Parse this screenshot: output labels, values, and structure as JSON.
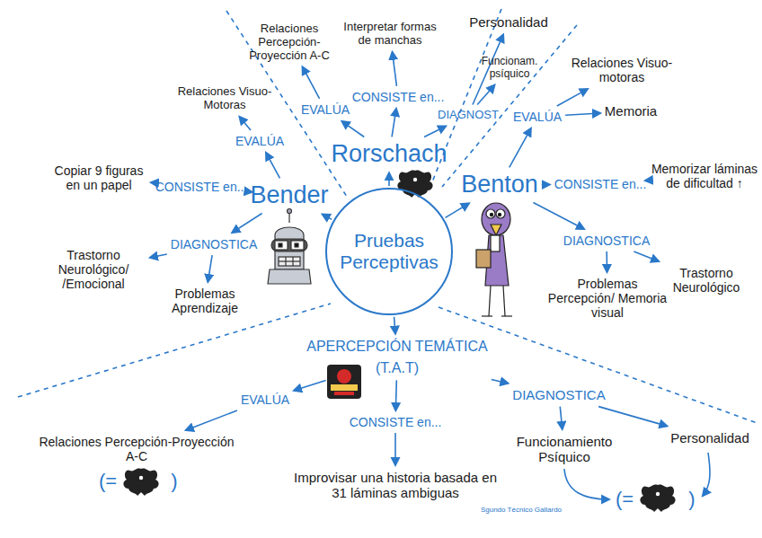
{
  "diagram": {
    "nodes": [
      {
        "text": [
          "Pruebas Perceptivas"
        ]
      },
      {
        "text": [
          "Rorschach"
        ]
      },
      {
        "text": [
          "EVALÚA"
        ]
      },
      {
        "text": [
          "Relaciones Percepción-Proyección A-C"
        ]
      },
      {
        "text": [
          "CONSISTE en..."
        ]
      },
      {
        "text": [
          "Interpretar formas de manchas"
        ]
      },
      {
        "text": [
          "DIAGNOST"
        ]
      },
      {
        "text": [
          "Personalidad"
        ]
      },
      {
        "text": [
          "Funcionam. psíquico"
        ]
      },
      {
        "text": [
          "Bender"
        ]
      },
      {
        "text": [
          "EVALÚA"
        ]
      },
      {
        "text": [
          "Relaciones Visuo-Motoras"
        ]
      },
      {
        "text": [
          "CONSISTE en..."
        ]
      },
      {
        "text": [
          "Copiar 9 figuras en un papel"
        ]
      },
      {
        "text": [
          "DIAGNOSTICA"
        ]
      },
      {
        "text": [
          "Trastorno Neurológico/ /Emocional"
        ]
      },
      {
        "text": [
          "Problemas Aprendizaje"
        ]
      },
      {
        "text": [
          "Benton"
        ]
      },
      {
        "text": [
          "EVALÚA"
        ]
      },
      {
        "text": [
          "Relaciones Visuo-motoras"
        ]
      },
      {
        "text": [
          "Memoria"
        ]
      },
      {
        "text": [
          "CONSISTE en..."
        ]
      },
      {
        "text": [
          "Memorizar láminas de dificultad ↑"
        ]
      },
      {
        "text": [
          "DIAGNOSTICA"
        ]
      },
      {
        "text": [
          "Problemas Percepción/ Memoria visual"
        ]
      },
      {
        "text": [
          "Trastorno Neurológico"
        ]
      },
      {
        "text": [
          "APERCEPCIÓN TEMÁTICA",
          "(T.A.T)"
        ]
      },
      {
        "text": [
          "EVALÚA"
        ]
      },
      {
        "text": [
          "Relaciones Percepción-Proyección A-C"
        ]
      },
      {
        "text": [
          "CONSISTE en..."
        ]
      },
      {
        "text": [
          "Improvisar una historia basada en 31 láminas ambiguas"
        ]
      },
      {
        "text": [
          "DIAGNOSTICA"
        ]
      },
      {
        "text": [
          "Funcionamiento Psíquico"
        ]
      },
      {
        "text": [
          "Personalidad"
        ]
      }
    ],
    "edges": [
      {
        "from": 0,
        "to": 1,
        "arrow": "to"
      },
      {
        "from": 0,
        "to": 9,
        "arrow": "to"
      },
      {
        "from": 0,
        "to": 17,
        "arrow": "to"
      },
      {
        "from": 0,
        "to": 26,
        "arrow": "to"
      },
      {
        "from": 1,
        "to": 2,
        "arrow": "to"
      },
      {
        "from": 1,
        "to": 4,
        "arrow": "to"
      },
      {
        "from": 1,
        "to": 6,
        "arrow": "to"
      },
      {
        "from": 2,
        "to": 3,
        "arrow": "to"
      },
      {
        "from": 4,
        "to": 5,
        "arrow": "to"
      },
      {
        "from": 6,
        "to": 7,
        "arrow": "to"
      },
      {
        "from": 6,
        "to": 8,
        "arrow": "to"
      },
      {
        "from": 9,
        "to": 10,
        "arrow": "to"
      },
      {
        "from": 9,
        "to": 12,
        "arrow": "to"
      },
      {
        "from": 9,
        "to": 14,
        "arrow": "to"
      },
      {
        "from": 10,
        "to": 11,
        "arrow": "to"
      },
      {
        "from": 12,
        "to": 13,
        "arrow": "to"
      },
      {
        "from": 14,
        "to": 15,
        "arrow": "to"
      },
      {
        "from": 14,
        "to": 16,
        "arrow": "to"
      },
      {
        "from": 17,
        "to": 18,
        "arrow": "to"
      },
      {
        "from": 17,
        "to": 21,
        "arrow": "to"
      },
      {
        "from": 17,
        "to": 23,
        "arrow": "to"
      },
      {
        "from": 18,
        "to": 19,
        "arrow": "to"
      },
      {
        "from": 18,
        "to": 20,
        "arrow": "to"
      },
      {
        "from": 21,
        "to": 22,
        "arrow": "to"
      },
      {
        "from": 23,
        "to": 24,
        "arrow": "to"
      },
      {
        "from": 23,
        "to": 25,
        "arrow": "to"
      },
      {
        "from": 26,
        "to": 27,
        "arrow": "to"
      },
      {
        "from": 26,
        "to": 29,
        "arrow": "to"
      },
      {
        "from": 26,
        "to": 31,
        "arrow": "to"
      },
      {
        "from": 27,
        "to": 28,
        "arrow": "to"
      },
      {
        "from": 29,
        "to": 30,
        "arrow": "to"
      },
      {
        "from": 31,
        "to": 32,
        "arrow": "to"
      },
      {
        "from": 31,
        "to": 33,
        "arrow": "to"
      }
    ],
    "labels": [
      "(=",
      ")",
      "(=",
      ")",
      "Sgundo Técnico Gallardo"
    ]
  }
}
